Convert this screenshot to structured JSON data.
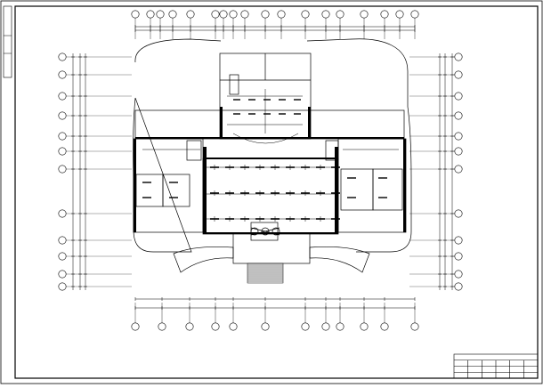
{
  "drawing": {
    "type": "architectural-floor-plan",
    "line_color": "#000000",
    "background": "#ffffff"
  },
  "grid_axes": {
    "top_bubble_count": 18,
    "bottom_bubble_count": 12,
    "left_bubble_count": 12,
    "right_bubble_count": 12
  },
  "title_block": {
    "rows": 4,
    "columns": 6
  },
  "fixtures": {
    "corridor_light_count": 5,
    "hall_lamp_rows": 3,
    "hall_lamp_columns": 9
  }
}
